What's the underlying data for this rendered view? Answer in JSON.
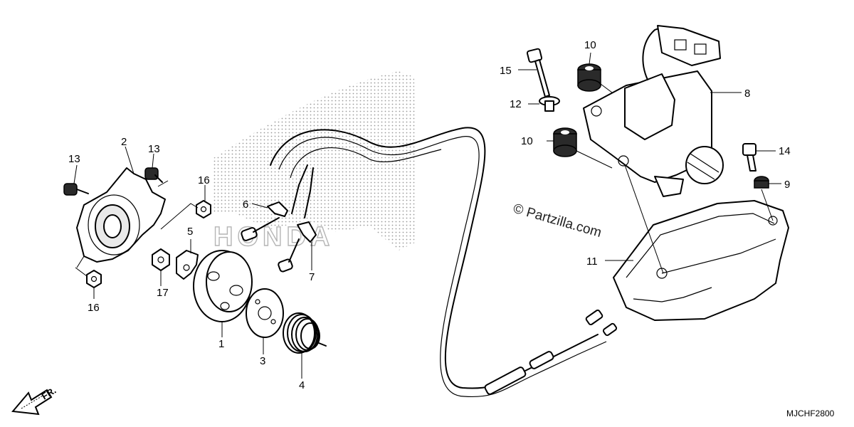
{
  "diagram": {
    "callouts": [
      {
        "id": "c1",
        "text": "1"
      },
      {
        "id": "c2",
        "text": "2"
      },
      {
        "id": "c3",
        "text": "3"
      },
      {
        "id": "c4",
        "text": "4"
      },
      {
        "id": "c5",
        "text": "5"
      },
      {
        "id": "c6",
        "text": "6"
      },
      {
        "id": "c7",
        "text": "7"
      },
      {
        "id": "c8",
        "text": "8"
      },
      {
        "id": "c9",
        "text": "9"
      },
      {
        "id": "c10a",
        "text": "10"
      },
      {
        "id": "c10b",
        "text": "10"
      },
      {
        "id": "c11",
        "text": "11"
      },
      {
        "id": "c12",
        "text": "12"
      },
      {
        "id": "c13a",
        "text": "13"
      },
      {
        "id": "c13b",
        "text": "13"
      },
      {
        "id": "c14",
        "text": "14"
      },
      {
        "id": "c15",
        "text": "15"
      },
      {
        "id": "c16a",
        "text": "16"
      },
      {
        "id": "c16b",
        "text": "16"
      },
      {
        "id": "c17",
        "text": "17"
      }
    ],
    "watermark": "© Partzilla.com",
    "diagram_code": "MJCHF2800",
    "front_indicator": "FR.",
    "brand_mark": "HONDA",
    "colors": {
      "line": "#000000",
      "background": "#ffffff",
      "halftone": "#9a9a9a"
    }
  }
}
